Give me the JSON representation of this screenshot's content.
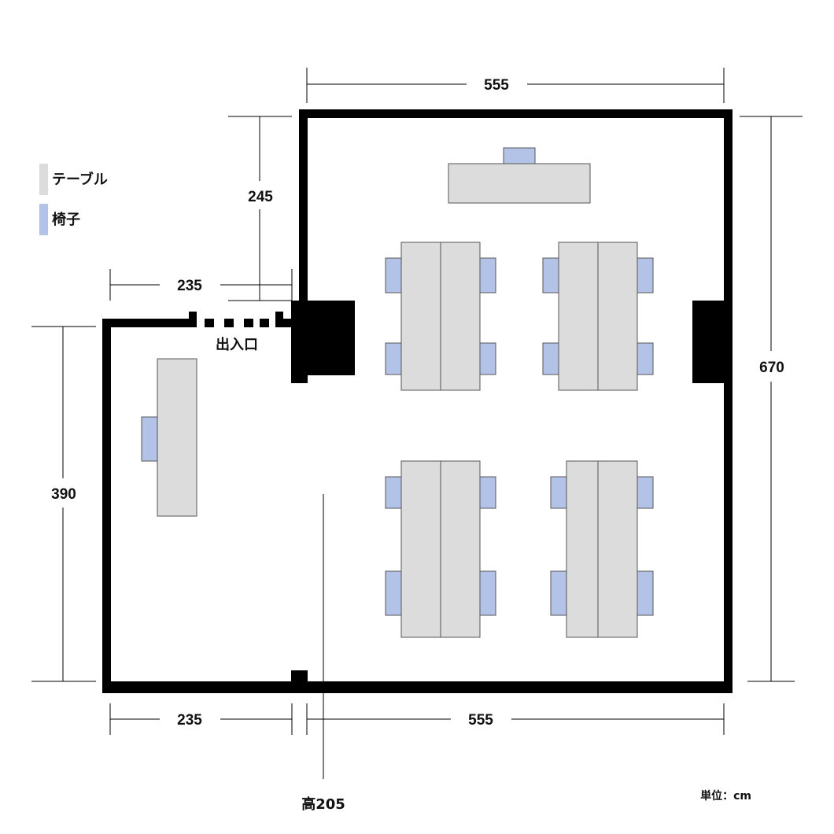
{
  "legend": {
    "table_label": "テーブル",
    "chair_label": "椅子",
    "table_color": "#dcdcdc",
    "chair_color": "#b3c3e8"
  },
  "dimensions": {
    "top_width": "555",
    "left_notch_height": "245",
    "notch_width": "235",
    "left_height": "390",
    "right_height": "670",
    "bottom_left_width": "235",
    "bottom_right_width": "555"
  },
  "labels": {
    "entrance": "出入口",
    "ceiling_height": "高205",
    "unit": "単位：cm"
  }
}
